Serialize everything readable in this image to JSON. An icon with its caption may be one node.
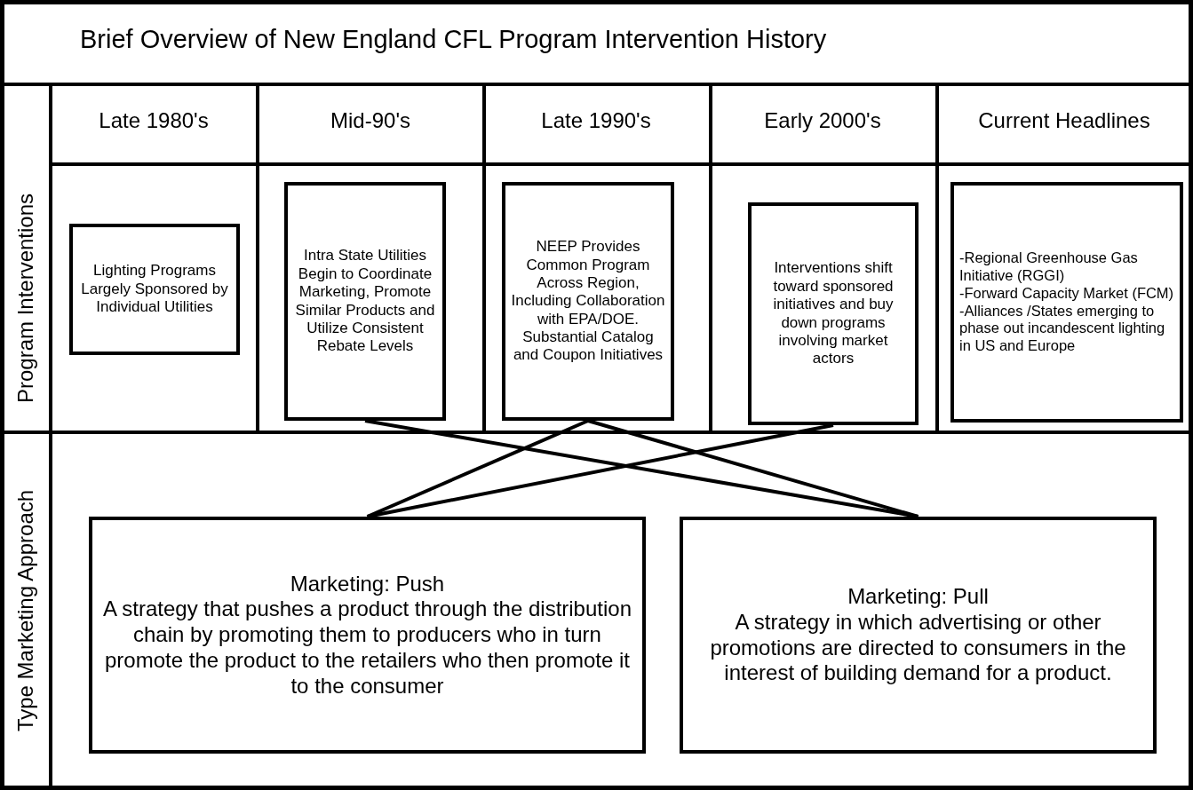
{
  "diagram": {
    "title": "Brief Overview of New England CFL Program Intervention History",
    "nodes": [
      {
        "text": [
          "Lighting Programs Largely Sponsored by Individual Utilities"
        ]
      },
      {
        "text": [
          "Intra State Utilities Begin to Coordinate Marketing, Promote Similar Products and Utilize Consistent Rebate Levels"
        ]
      },
      {
        "text": [
          "NEEP Provides Common Program Across Region, Including Collaboration with EPA/DOE. Substantial Catalog and Coupon Initiatives"
        ]
      },
      {
        "text": [
          "Interventions shift toward sponsored initiatives and buy down programs involving market actors"
        ]
      },
      {
        "text": [
          "-Regional Greenhouse Gas Initiative (RGGI)",
          "-Forward Capacity Market (FCM)",
          "-Alliances /States emerging to phase out incandescent lighting in US and Europe"
        ]
      },
      {
        "text": [
          "Marketing: Push",
          "A strategy that pushes a product through the distribution chain by promoting them to producers who in turn promote the product to the retailers who then promote it to the consumer"
        ]
      },
      {
        "text": [
          "Marketing: Pull",
          "A strategy in which advertising or other promotions are directed to consumers in the interest of building demand for a product."
        ]
      }
    ],
    "edges": [
      {
        "from": 1,
        "to": 6,
        "arrow": "none"
      },
      {
        "from": 2,
        "to": 5,
        "arrow": "none"
      },
      {
        "from": 2,
        "to": 6,
        "arrow": "none"
      },
      {
        "from": 3,
        "to": 5,
        "arrow": "none"
      }
    ],
    "labels": [
      "Late 1980's",
      "Mid-90's",
      "Late 1990's",
      "Early 2000's",
      "Current Headlines",
      "Program Interventions",
      "Type Marketing Approach"
    ]
  }
}
